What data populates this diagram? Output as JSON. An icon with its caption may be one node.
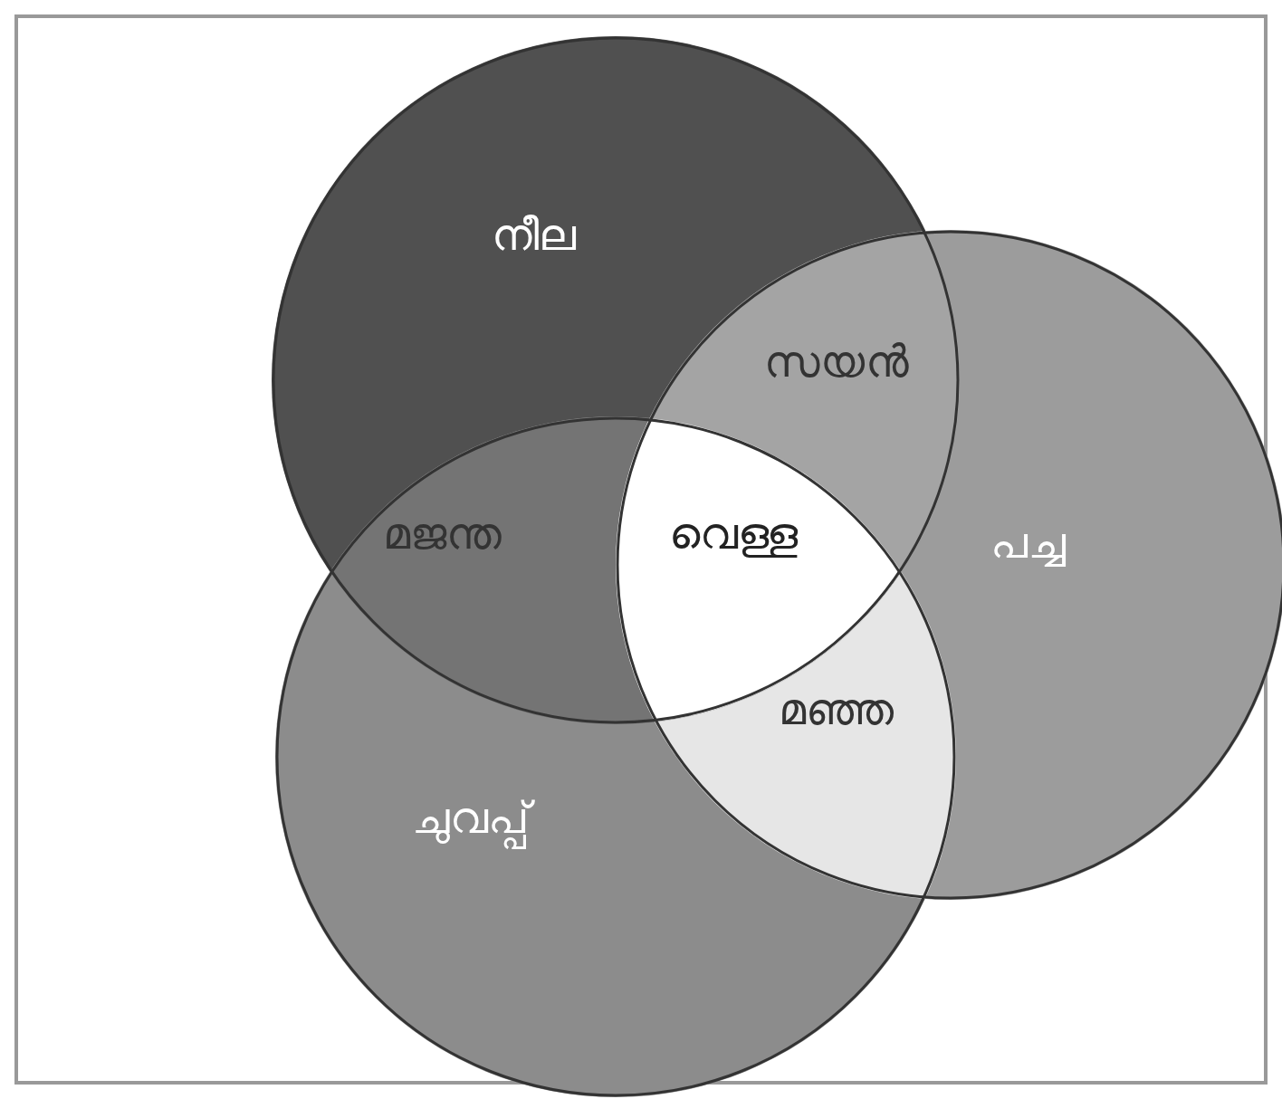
{
  "diagram": {
    "nodes": [
      {
        "text": [
          "നീല"
        ]
      },
      {
        "text": [
          "പച്ച"
        ]
      },
      {
        "text": [
          "ചുവപ്പ്"
        ]
      }
    ],
    "labels": [
      "സയൻ",
      "മജന്ത",
      "വെള്ള",
      "മഞ്ഞ"
    ]
  }
}
